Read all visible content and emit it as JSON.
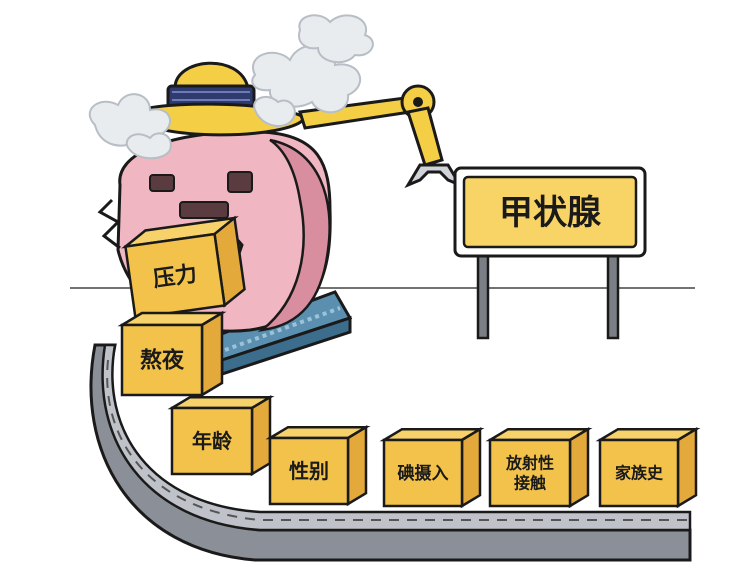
{
  "sign": {
    "text": "甲状腺"
  },
  "boxes": [
    {
      "id": "pressure",
      "lines": [
        "压力"
      ]
    },
    {
      "id": "late-nights",
      "lines": [
        "熬夜"
      ]
    },
    {
      "id": "age",
      "lines": [
        "年龄"
      ]
    },
    {
      "id": "gender",
      "lines": [
        "性别"
      ]
    },
    {
      "id": "iodine",
      "lines": [
        "碘摄入"
      ]
    },
    {
      "id": "radiation",
      "lines": [
        "放射性",
        "接触"
      ]
    },
    {
      "id": "family-history",
      "lines": [
        "家族史"
      ]
    }
  ],
  "colors": {
    "box_front": "#f2c24a",
    "box_side": "#e3a93a",
    "box_top": "#f7d26a",
    "sign_fill": "#f8d466",
    "belt_top": "#bfc3c9",
    "belt_side": "#8b9098",
    "machine_body": "#f0b7c2",
    "machine_shade": "#d98e9f",
    "helmet": "#f4cf45",
    "helmet_band": "#2f3a6f",
    "arm": "#f4cf45",
    "base": "#5a8fb0",
    "outline": "#1a1a1a",
    "smoke": "#e9ecef"
  }
}
